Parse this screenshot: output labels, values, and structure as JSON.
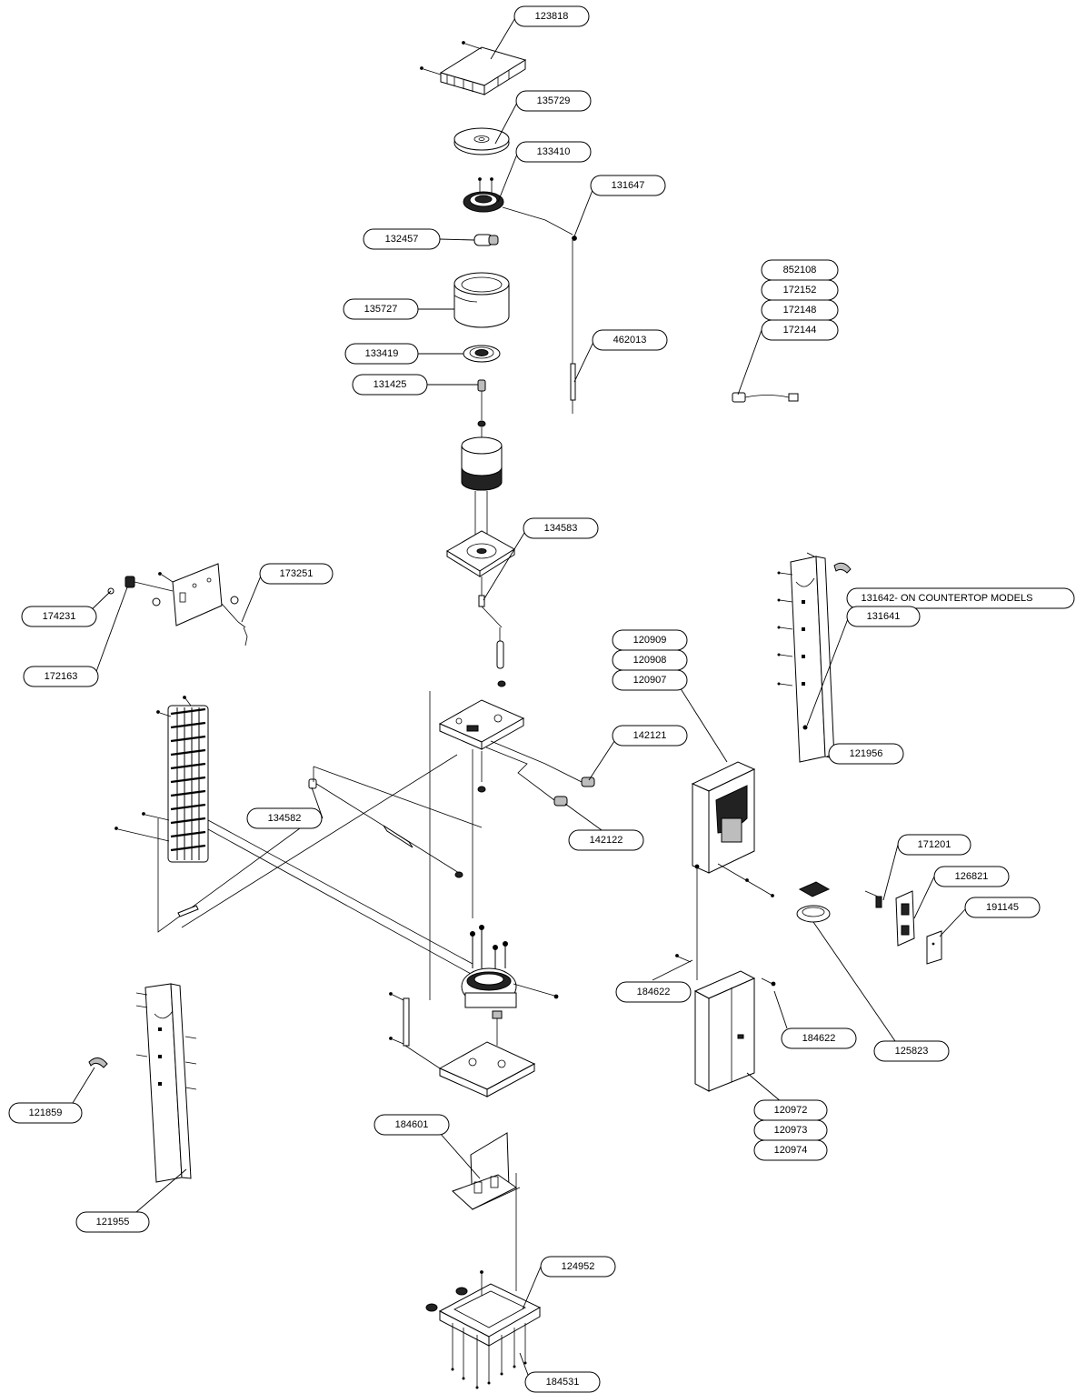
{
  "callouts": [
    {
      "id": "c1",
      "label": "123818"
    },
    {
      "id": "c2",
      "label": "135729"
    },
    {
      "id": "c3",
      "label": "133410"
    },
    {
      "id": "c4",
      "label": "131647"
    },
    {
      "id": "c5",
      "label": "132457"
    },
    {
      "id": "c6",
      "label": "852108"
    },
    {
      "id": "c7",
      "label": "172152"
    },
    {
      "id": "c8",
      "label": "172148"
    },
    {
      "id": "c9",
      "label": "172144"
    },
    {
      "id": "c10",
      "label": "135727"
    },
    {
      "id": "c11",
      "label": "462013"
    },
    {
      "id": "c12",
      "label": "133419"
    },
    {
      "id": "c13",
      "label": "131425"
    },
    {
      "id": "c14",
      "label": "134583"
    },
    {
      "id": "c15",
      "label": "173251"
    },
    {
      "id": "c16",
      "label": "174231"
    },
    {
      "id": "c17",
      "label": "131642- ON COUNTERTOP MODELS"
    },
    {
      "id": "c18",
      "label": "131641"
    },
    {
      "id": "c19",
      "label": "120909"
    },
    {
      "id": "c20",
      "label": "120908"
    },
    {
      "id": "c21",
      "label": "120907"
    },
    {
      "id": "c22",
      "label": "172163"
    },
    {
      "id": "c23",
      "label": "142121"
    },
    {
      "id": "c24",
      "label": "121956"
    },
    {
      "id": "c25",
      "label": "134582"
    },
    {
      "id": "c26",
      "label": "142122"
    },
    {
      "id": "c27",
      "label": "171201"
    },
    {
      "id": "c28",
      "label": "126821"
    },
    {
      "id": "c29",
      "label": "191145"
    },
    {
      "id": "c30",
      "label": "184622"
    },
    {
      "id": "c31",
      "label": "184622"
    },
    {
      "id": "c32",
      "label": "125823"
    },
    {
      "id": "c33",
      "label": "121859"
    },
    {
      "id": "c34",
      "label": "120972"
    },
    {
      "id": "c35",
      "label": "120973"
    },
    {
      "id": "c36",
      "label": "120974"
    },
    {
      "id": "c37",
      "label": "184601"
    },
    {
      "id": "c38",
      "label": "121955"
    },
    {
      "id": "c39",
      "label": "124952"
    },
    {
      "id": "c40",
      "label": "184531"
    }
  ]
}
